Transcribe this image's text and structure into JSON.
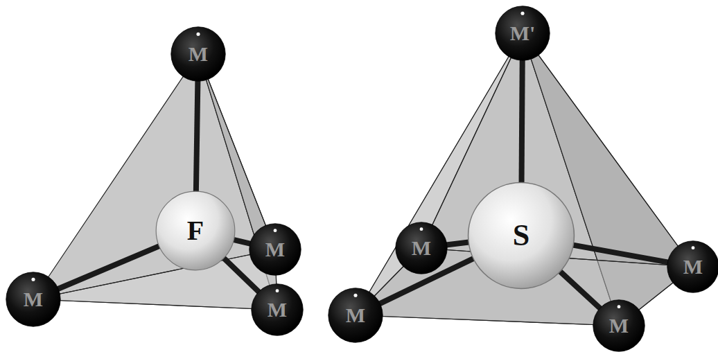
{
  "diagram": {
    "nodes": [
      {
        "text": [
          "M"
        ]
      },
      {
        "text": [
          "F"
        ]
      },
      {
        "text": [
          "M"
        ]
      },
      {
        "text": [
          "M"
        ]
      },
      {
        "text": [
          "M"
        ]
      },
      {
        "text": [
          "M'"
        ]
      },
      {
        "text": [
          "S"
        ]
      },
      {
        "text": [
          "M"
        ]
      },
      {
        "text": [
          "M"
        ]
      },
      {
        "text": [
          "M"
        ]
      },
      {
        "text": [
          "M"
        ]
      }
    ],
    "edges": [
      {
        "from": 1,
        "to": 0,
        "arrow": "none"
      },
      {
        "from": 1,
        "to": 2,
        "arrow": "none"
      },
      {
        "from": 1,
        "to": 3,
        "arrow": "none"
      },
      {
        "from": 1,
        "to": 4,
        "arrow": "none"
      },
      {
        "from": 6,
        "to": 5,
        "arrow": "none"
      },
      {
        "from": 6,
        "to": 7,
        "arrow": "none"
      },
      {
        "from": 6,
        "to": 8,
        "arrow": "none"
      },
      {
        "from": 6,
        "to": 9,
        "arrow": "none"
      },
      {
        "from": 6,
        "to": 10,
        "arrow": "none"
      }
    ]
  }
}
